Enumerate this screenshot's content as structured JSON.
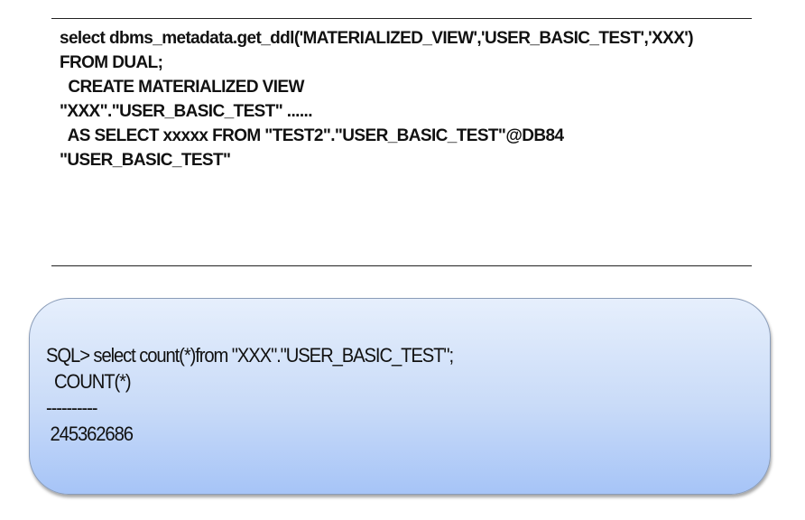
{
  "ddl_block": {
    "lines": [
      "select dbms_metadata.get_ddl('MATERIALIZED_VIEW','USER_BASIC_TEST','XXX')",
      "FROM DUAL;",
      "  CREATE MATERIALIZED VIEW",
      "\"XXX\".\"USER_BASIC_TEST\" ......",
      "  AS SELECT xxxxx FROM \"TEST2\".\"USER_BASIC_TEST\"@DB84",
      "\"USER_BASIC_TEST\""
    ]
  },
  "sql_box": {
    "lines": [
      "SQL> select count(*)from \"XXX\".\"USER_BASIC_TEST\";",
      "  COUNT(*)",
      "----------",
      " 245362686"
    ]
  }
}
